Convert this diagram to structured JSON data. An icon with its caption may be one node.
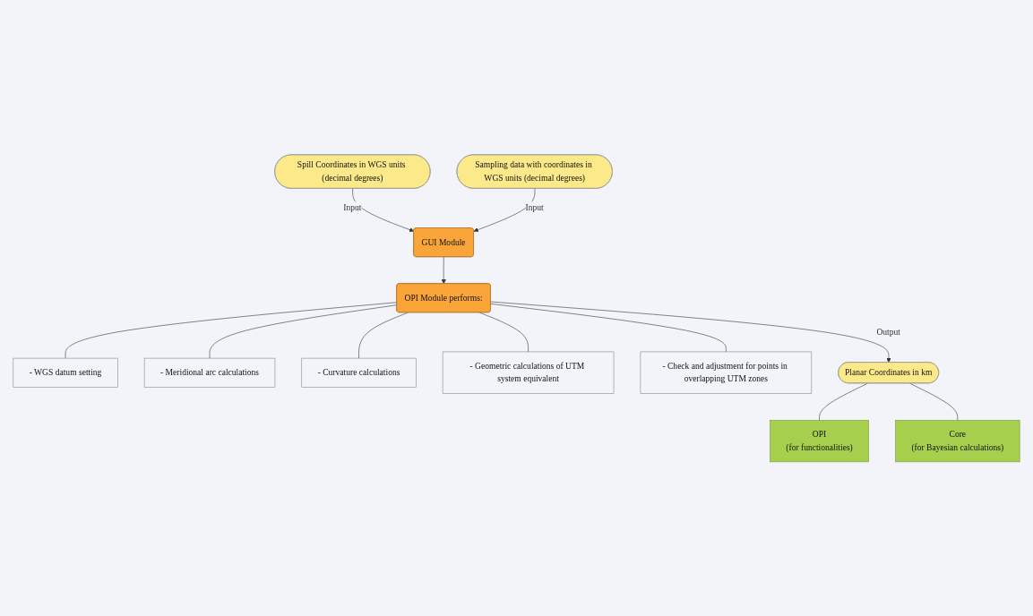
{
  "diagram": {
    "nodes": [
      {
        "text": [
          "Spill Coordinates in WGS units (decimal degrees)"
        ]
      },
      {
        "text": [
          "Sampling data with coordinates in WGS units (decimal degrees)"
        ]
      },
      {
        "text": [
          "GUI Module"
        ]
      },
      {
        "text": [
          "OPI Module performs:"
        ]
      },
      {
        "text": [
          "- WGS datum setting"
        ]
      },
      {
        "text": [
          "- Meridional arc calculations"
        ]
      },
      {
        "text": [
          "- Curvature  calculations"
        ]
      },
      {
        "text": [
          "- Geometric calculations of UTM system equivalent"
        ]
      },
      {
        "text": [
          "- Check and adjustment for points in overlapping UTM zones"
        ]
      },
      {
        "text": [
          "Planar Coordinates in km"
        ]
      },
      {
        "text": [
          "OPI",
          "(for functionalities)"
        ]
      },
      {
        "text": [
          "Core",
          "(for Bayesian calculations)"
        ]
      }
    ],
    "edges": [
      {
        "from": 0,
        "to": 2,
        "label": "Input",
        "arrow": "to"
      },
      {
        "from": 1,
        "to": 2,
        "label": "Input",
        "arrow": "to"
      },
      {
        "from": 2,
        "to": 3,
        "arrow": "to"
      },
      {
        "from": 3,
        "to": 4,
        "arrow": "none"
      },
      {
        "from": 3,
        "to": 5,
        "arrow": "none"
      },
      {
        "from": 3,
        "to": 6,
        "arrow": "none"
      },
      {
        "from": 3,
        "to": 7,
        "arrow": "none"
      },
      {
        "from": 3,
        "to": 8,
        "arrow": "none"
      },
      {
        "from": 3,
        "to": 9,
        "label": "Output",
        "arrow": "to"
      },
      {
        "from": 9,
        "to": 10,
        "arrow": "none"
      },
      {
        "from": 9,
        "to": 11,
        "arrow": "none"
      }
    ]
  }
}
